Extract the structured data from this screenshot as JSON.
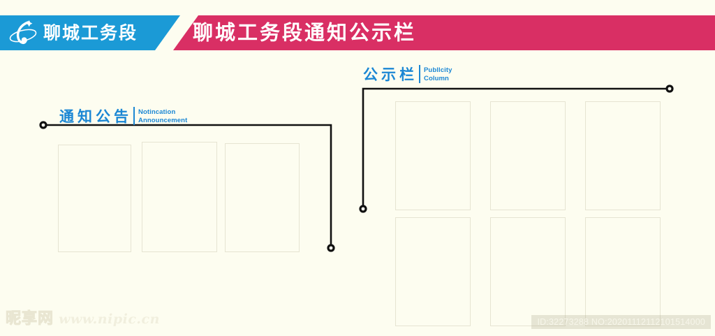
{
  "page": {
    "background_color": "#fdfdf0"
  },
  "header": {
    "blue_banner": {
      "color": "#1b9ad6",
      "title": "聊城工务段",
      "logo_icon": "railway-orbit-logo-icon"
    },
    "pink_banner": {
      "color": "#d92f64",
      "title": "聊城工务段通知公示栏"
    }
  },
  "sections": [
    {
      "key": "notification",
      "title_cn": "通知公告",
      "title_en_line1": "Notincation",
      "title_en_line2": "Announcement",
      "accent_color": "#1b87d4",
      "frames": [
        {
          "label": "notice-frame-1"
        },
        {
          "label": "notice-frame-2"
        },
        {
          "label": "notice-frame-3"
        }
      ]
    },
    {
      "key": "publicity",
      "title_cn": "公示栏",
      "title_en_line1": "Publlcity",
      "title_en_line2": "Column",
      "accent_color": "#1b87d4",
      "frames": [
        {
          "label": "publicity-frame-1"
        },
        {
          "label": "publicity-frame-2"
        },
        {
          "label": "publicity-frame-3"
        },
        {
          "label": "publicity-frame-4"
        },
        {
          "label": "publicity-frame-5"
        },
        {
          "label": "publicity-frame-6"
        }
      ]
    }
  ],
  "watermarks": {
    "site_name_cn": "昵享网",
    "site_url": "www.nipic.cn",
    "asset_code": "ID:32273288 NO:20201112112101514000"
  }
}
